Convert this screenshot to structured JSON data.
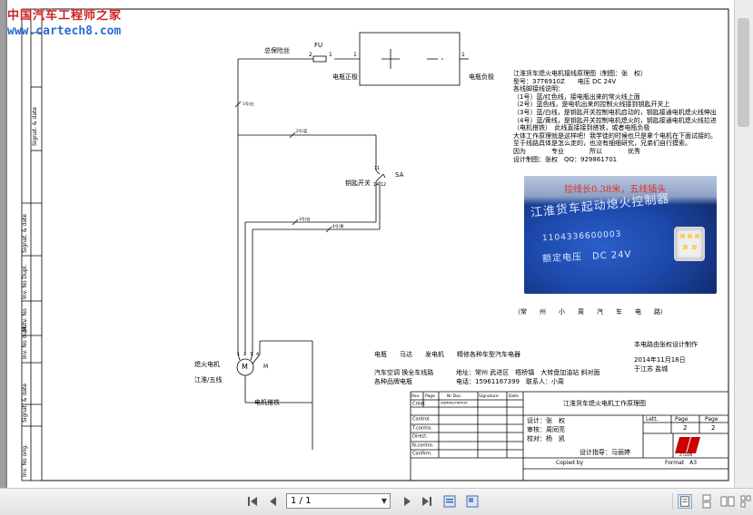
{
  "watermark": {
    "cn": "中国汽车工程师之家",
    "url": "www.cartech8.com"
  },
  "schematic": {
    "fuse_name": "总保险丝",
    "fuse_ref": "FU",
    "fuse_pin1": "1",
    "fuse_pin2": "2",
    "batt_pin_left": "1",
    "batt_pin_right": "1",
    "batt_pos": "电瓶正极",
    "batt_neg": "电瓶负极",
    "wire1": "1号/红",
    "wire2": "2号/蓝",
    "wire3": "3号/白",
    "wire4": "4号/黄",
    "key_switch": "钥匙开关",
    "sa": "SA",
    "sw_11": "11",
    "sw_14": "14",
    "sw_12": "12",
    "motor_name": "熄火电机",
    "motor_sub": "江淮/五线",
    "motor_m": "M",
    "motor_m2": "M",
    "motor_pins": "1 2 3 4",
    "motor_ground": "电机搭铁"
  },
  "notes": [
    "江淮货车熄火电机接线原理图（制图：张　权）",
    "型号：37T6910Z　　电压 DC 24V",
    "各线脚接线说明：",
    "（1号）蓝/红色线，接电瓶出来的常火线上面",
    "（2号）蓝色线，是电机出来的控制火线接到钥匙开关上",
    "（3号）蓝/白线，是钥匙开关控制电机启动的，钥匙接通电机熄火线伸出",
    "（4号）蓝/黄线，是钥匙开关控制电机熄火的，钥匙接通电机熄火线拉进",
    "（电机搭铁）　此线直接接到搭铁，或者电瓶负极",
    "大体工作原理就是这样吧！我学徒的时候也只是拿个电机在下面试接的。",
    "至于线路具体是怎么走的，也没有细细研究，兄弟们自行摸索。",
    "因为　　　　专业　　　　所以　　　　优秀",
    "设计制图：张权　QQ：929861701"
  ],
  "photo": {
    "caption": "拉线长0.38米，五线插头",
    "print": "江淮货车起动熄火控制器",
    "serial": "1104336600003",
    "voltage": "额定电压　DC 24V"
  },
  "shop": {
    "name": "（常　　州　　小　　周　　汽　　车　　电　　路）",
    "line1": "电瓶　　马达　　发电机　　精修各种车型汽车电器",
    "line2a": "汽车空调 换全车线路",
    "line2b": "地址：常州 武进区　梧桥镇　大转盘加油站 斜对面",
    "line3a": "各种品牌电瓶",
    "line3b": "电话：15961167399　联系人：小周"
  },
  "credit": {
    "line1": "本电路由张权设计制作",
    "line2": "2014年11月18日",
    "line3": "于江苏 盐城"
  },
  "sidebar": {
    "labels": [
      "Signat. & date",
      "Inv. No orig.",
      "Signat. & date",
      "Inv. No dupl.",
      "Mstv. No",
      "Inv. No Dupl.",
      "Signat. & date"
    ]
  },
  "titleblock": {
    "hdr_rev": "Rev.",
    "hdr_page": "Page",
    "hdr_nodoc": "Nr Doc.",
    "hdr_sig": "Signature",
    "hdr_date": "Date",
    "creat": "Creat.",
    "creat_by": "ADMINISTRATOR",
    "control": "Control.",
    "tcontrol": "T.contro.",
    "direct": "Direct.",
    "ncontrol": "N.contro.",
    "confirm": "Confirm.",
    "title": "江淮货车熄火电机工作原理图",
    "design": "设计：张　权",
    "review": "审核：周同亮",
    "proof": "校对：杨　凯",
    "guide": "设计指导：马丽婷",
    "lett": "Lett.",
    "page": "Page",
    "page2": "Page",
    "page_no": "2",
    "page_total": "2",
    "logo": "ZTZEN",
    "copied": "Copied by",
    "format": "Format　A3"
  },
  "viewer": {
    "page_indicator": "1 / 1",
    "first": "first-page-icon",
    "prev": "previous-page-icon",
    "next": "next-page-icon",
    "last": "last-page-icon"
  },
  "colors": {
    "viewer_bg": "#9e9e9e",
    "toolbar_bg": "#eaeaea",
    "caption_red": "#e03020",
    "photo_blue": "#1c47a8"
  }
}
